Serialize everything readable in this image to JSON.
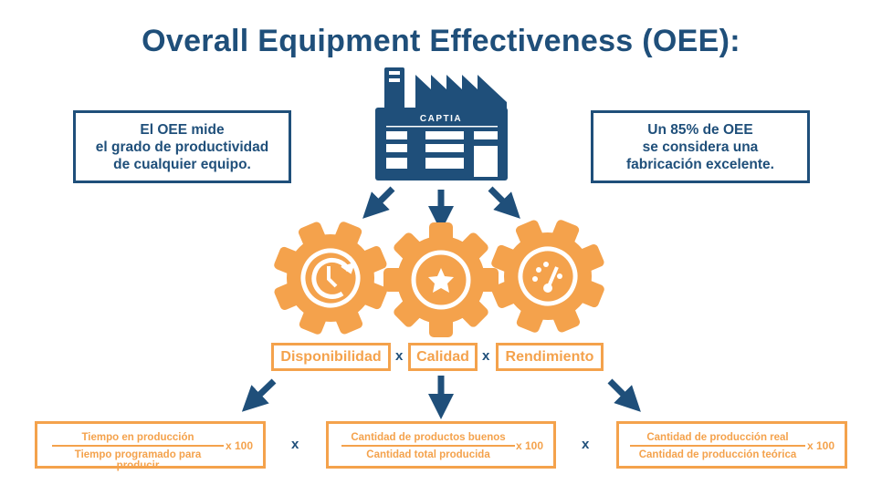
{
  "title": "Overall Equipment Effectiveness (OEE):",
  "left_info": [
    "El OEE mide",
    "el grado de productividad",
    "de cualquier equipo."
  ],
  "right_info": [
    "Un 85% de OEE",
    "se considera una",
    "fabricación excelente."
  ],
  "factory_brand": "CAPTIA",
  "factors": [
    {
      "label": "Disponibilidad",
      "icon": "clock-refresh-icon"
    },
    {
      "label": "Calidad",
      "icon": "star-icon"
    },
    {
      "label": "Rendimiento",
      "icon": "speedometer-icon"
    }
  ],
  "operator": "x",
  "formulas": [
    {
      "numerator": "Tiempo en producción",
      "denominator": "Tiempo programado para producir",
      "multiplier": "x 100"
    },
    {
      "numerator": "Cantidad de productos buenos",
      "denominator": "Cantidad total producida",
      "multiplier": "x 100"
    },
    {
      "numerator": "Cantidad de producción real",
      "denominator": "Cantidad de producción teórica",
      "multiplier": "x 100"
    }
  ],
  "colors": {
    "navy": "#1f4f7a",
    "orange": "#f4a24c"
  }
}
